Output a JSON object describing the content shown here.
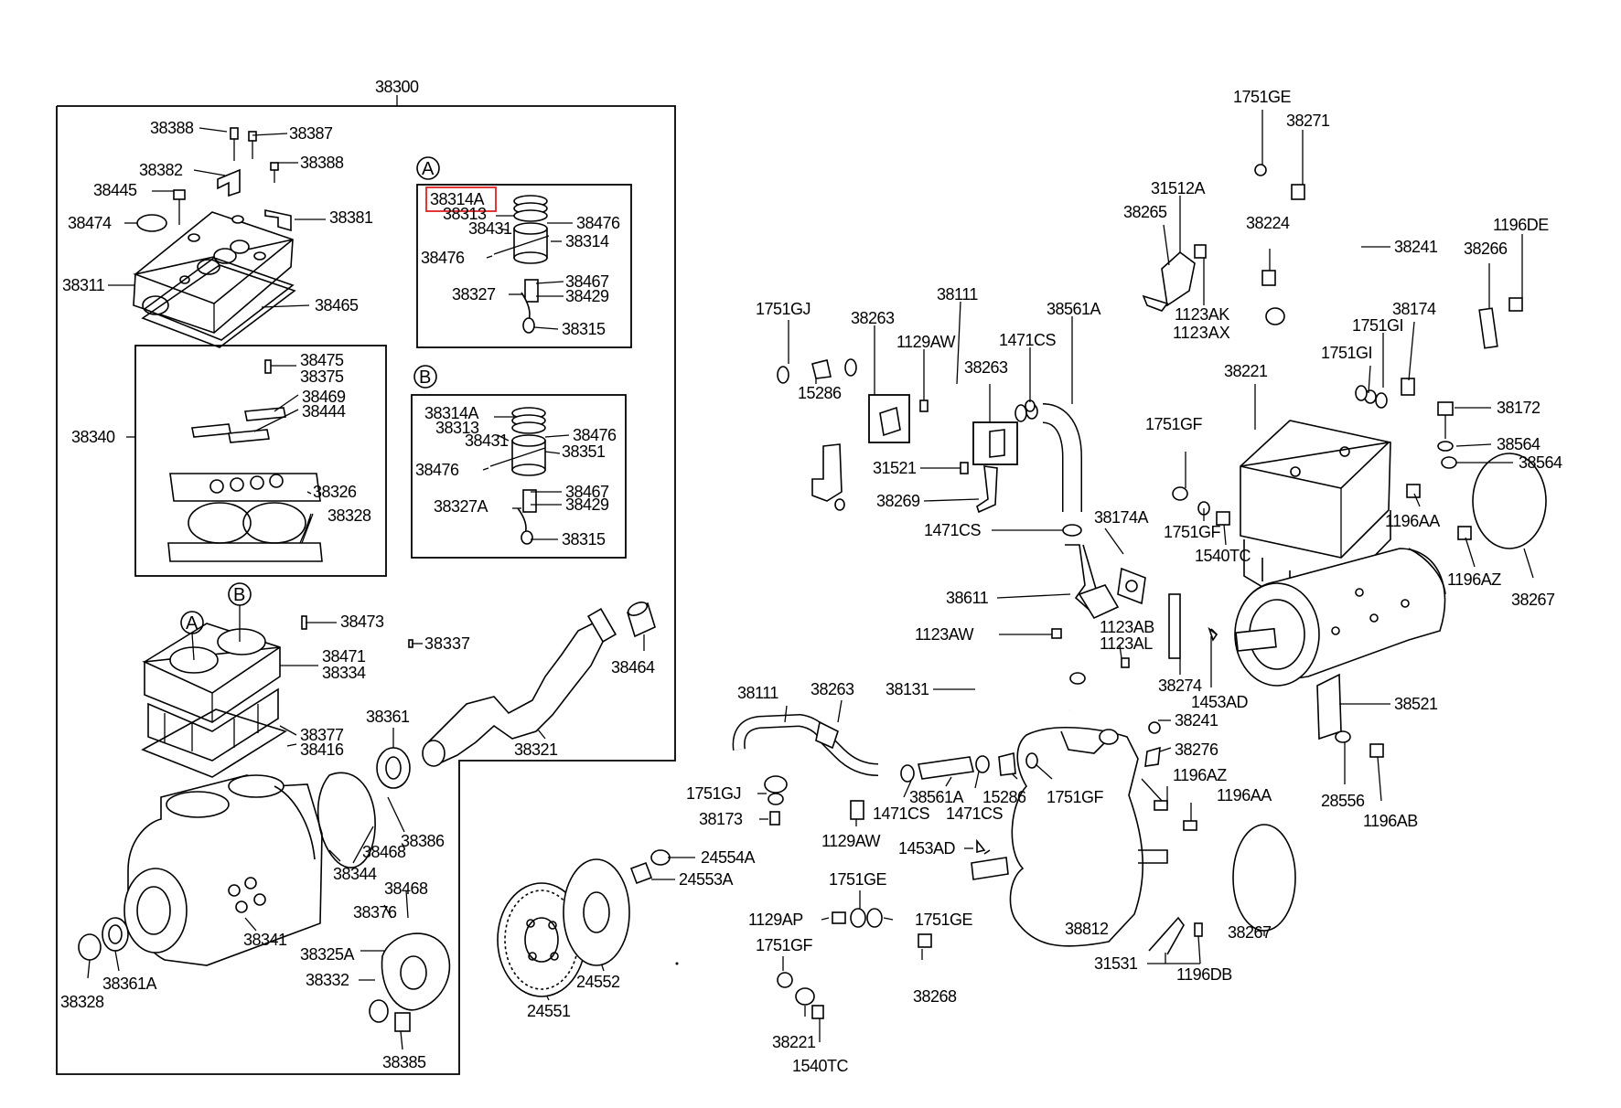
{
  "labels": {
    "p38300": "38300",
    "p38388a": "38388",
    "p38387": "38387",
    "p38382": "38382",
    "p38388b": "38388",
    "p38445": "38445",
    "p38474": "38474",
    "p38381": "38381",
    "p38311": "38311",
    "p38465": "38465",
    "p38475": "38475",
    "p38375": "38375",
    "p38469": "38469",
    "p38444": "38444",
    "p38340": "38340",
    "p38326": "38326",
    "p38328a": "38328",
    "a_38314A": "38314A",
    "a_38313": "38313",
    "a_38431": "38431",
    "a_38476a": "38476",
    "a_38314": "38314",
    "a_38476b": "38476",
    "a_38467": "38467",
    "a_38327": "38327",
    "a_38429": "38429",
    "a_38315": "38315",
    "b_38314A": "38314A",
    "b_38313": "38313",
    "b_38431": "38431",
    "b_38476a": "38476",
    "b_38351": "38351",
    "b_38476b": "38476",
    "b_38467": "38467",
    "b_38327A": "38327A",
    "b_38429": "38429",
    "b_38315": "38315",
    "p38473": "38473",
    "p38337": "38337",
    "p38464": "38464",
    "p38471": "38471",
    "p38334": "38334",
    "p38361": "38361",
    "p38377": "38377",
    "p38416": "38416",
    "p38321": "38321",
    "p38468a": "38468",
    "p38386": "38386",
    "p38344": "38344",
    "p38468b": "38468",
    "p38376": "38376",
    "p38341": "38341",
    "p38325A": "38325A",
    "p38332": "38332",
    "p38328b": "38328",
    "p38361A": "38361A",
    "p38385": "38385",
    "p24554A": "24554A",
    "p24553A": "24553A",
    "p24552": "24552",
    "p24551": "24551",
    "p1751GJa": "1751GJ",
    "p38263a": "38263",
    "p38111a": "38111",
    "p1129AWa": "1129AW",
    "p38561Aa": "38561A",
    "p1471CSa": "1471CS",
    "p38263b": "38263",
    "p15286a": "15286",
    "p31521": "31521",
    "p38269": "38269",
    "p1471CSb": "1471CS",
    "p38174A": "38174A",
    "p38611": "38611",
    "p1123AW": "1123AW",
    "p1123AB": "1123AB",
    "p1123AL": "1123AL",
    "p38274": "38274",
    "p1453ADa": "1453AD",
    "p38131": "38131",
    "p38241b": "38241",
    "p38276": "38276",
    "p38111b": "38111",
    "p38263c": "38263",
    "p1751GJb": "1751GJ",
    "p38173": "38173",
    "p1129AWb": "1129AW",
    "p38561Ab": "38561A",
    "p1471CSc": "1471CS",
    "p1471CSd": "1471CS",
    "p15286b": "15286",
    "p1751GFa": "1751GF",
    "p1196AZa": "1196AZ",
    "p1196AAa": "1196AA",
    "p1453ADb": "1453AD",
    "p38812": "38812",
    "p1751GEa": "1751GE",
    "p1129AP": "1129AP",
    "p1751GEb": "1751GE",
    "p1751GFb": "1751GF",
    "p38268": "38268",
    "p38221b": "38221",
    "p1540TCb": "1540TC",
    "p31531": "31531",
    "p1196DB": "1196DB",
    "p38267b": "38267",
    "p1751GEc": "1751GE",
    "p38271": "38271",
    "p31512A": "31512A",
    "p38265": "38265",
    "p38224": "38224",
    "p38241a": "38241",
    "p1196DE": "1196DE",
    "p38266": "38266",
    "p1123AK": "1123AK",
    "p1123AX": "1123AX",
    "p38174": "38174",
    "p1751GIa": "1751GI",
    "p1751GIb": "1751GI",
    "p38221a": "38221",
    "p38172": "38172",
    "p38564a": "38564",
    "p38564b": "38564",
    "p1751GFc": "1751GF",
    "p1196AAb": "1196AA",
    "p1751GFd": "1751GF",
    "p1540TCa": "1540TC",
    "p1196AZb": "1196AZ",
    "p38267a": "38267",
    "p38521": "38521",
    "p28556": "28556",
    "p1196AB": "1196AB"
  },
  "callouts": {
    "circle_a_top": "A",
    "circle_b_top": "B",
    "circle_a_cyl": "A",
    "circle_b_cyl": "B"
  },
  "highlight_part": "38314A",
  "colors": {
    "line": "#000000",
    "background": "#ffffff",
    "highlight": "#e02020"
  }
}
